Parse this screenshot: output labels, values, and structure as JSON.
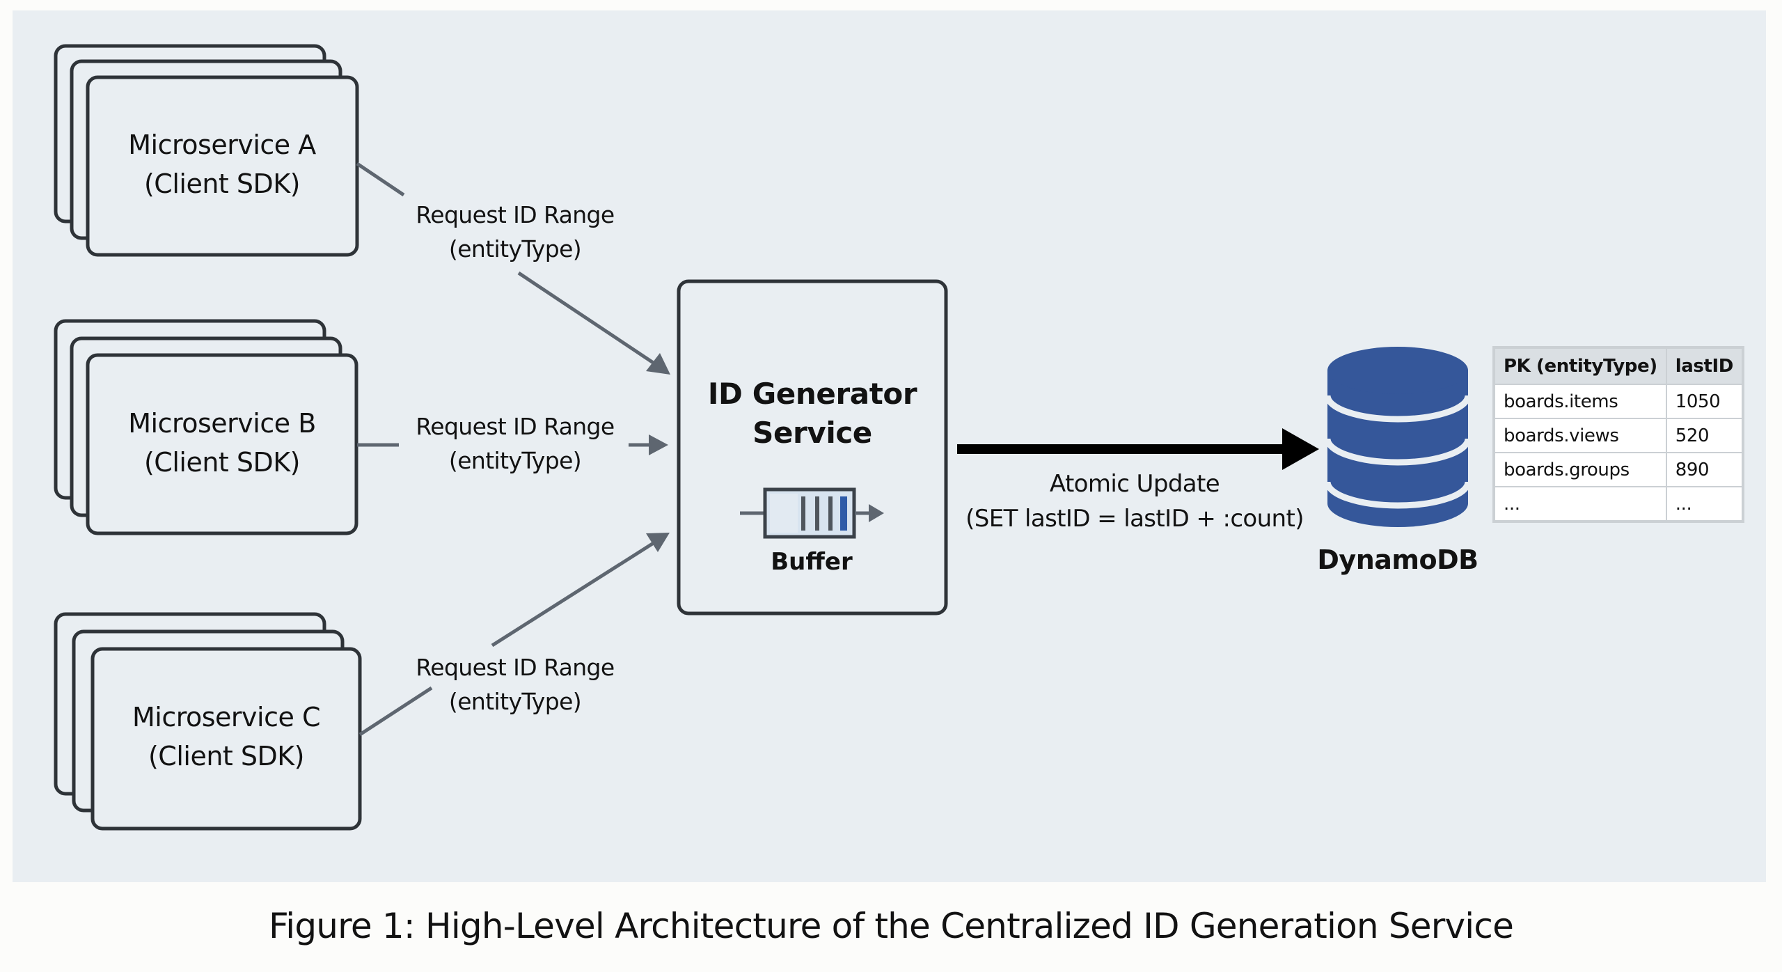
{
  "diagram": {
    "microservices": [
      {
        "name": "Microservice A",
        "sub": "(Client SDK)"
      },
      {
        "name": "Microservice B",
        "sub": "(Client SDK)"
      },
      {
        "name": "Microservice C",
        "sub": "(Client SDK)"
      }
    ],
    "requests": [
      {
        "line1": "Request ID Range",
        "line2": "(entityType)"
      },
      {
        "line1": "Request ID Range",
        "line2": "(entityType)"
      },
      {
        "line1": "Request ID Range",
        "line2": "(entityType)"
      }
    ],
    "id_generator": {
      "line1": "ID Generator",
      "line2": "Service",
      "buffer_label": "Buffer",
      "buffer_icon": "queue-buffer-icon"
    },
    "atomic_update": {
      "line1": "Atomic Update",
      "line2": "(SET lastID = lastID + :count)"
    },
    "database": {
      "label": "DynamoDB",
      "icon": "database-cylinder-icon",
      "table": {
        "headers": [
          "PK (entityType)",
          "lastID"
        ],
        "rows": [
          [
            "boards.items",
            "1050"
          ],
          [
            "boards.views",
            "520"
          ],
          [
            "boards.groups",
            "890"
          ],
          [
            "...",
            "..."
          ]
        ]
      }
    },
    "caption": "Figure 1: High-Level Architecture of the Centralized ID Generation Service"
  },
  "colors": {
    "panel": "#E9EEF2",
    "page": "#FCFCFA",
    "box_stroke": "#2E3338",
    "arrow_gray": "#5E6670",
    "arrow_black": "#000000",
    "db_blue": "#35579A",
    "buffer_blue": "#2E5BA8",
    "table_header": "#DADFE3"
  }
}
